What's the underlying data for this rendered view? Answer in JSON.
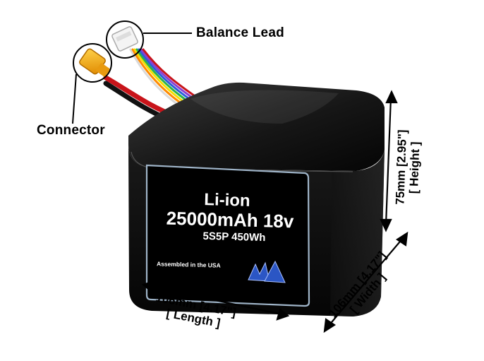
{
  "callouts": {
    "balance_lead": "Balance Lead",
    "connector": "Connector"
  },
  "battery_label": {
    "chemistry": "Li-ion",
    "capacity_voltage": "25000mAh 18v",
    "config_energy": "5S5P 450Wh",
    "assembled": "Assembled in the USA"
  },
  "dimensions": {
    "length": {
      "measure": "106mm [4.17\"]",
      "caption": "[ Length ]"
    },
    "width": {
      "measure": "106mm [4.17\"]",
      "caption": "[ Width ]"
    },
    "height": {
      "measure": "75mm [2.95\"]",
      "caption": "[ Height ]"
    }
  },
  "colors": {
    "battery_body": "#0b0b0b",
    "label_border": "#9fb4c8",
    "connector_yellow": "#f2a81c",
    "wire_red": "#c8141a",
    "logo_blue": "#2b56c4"
  }
}
